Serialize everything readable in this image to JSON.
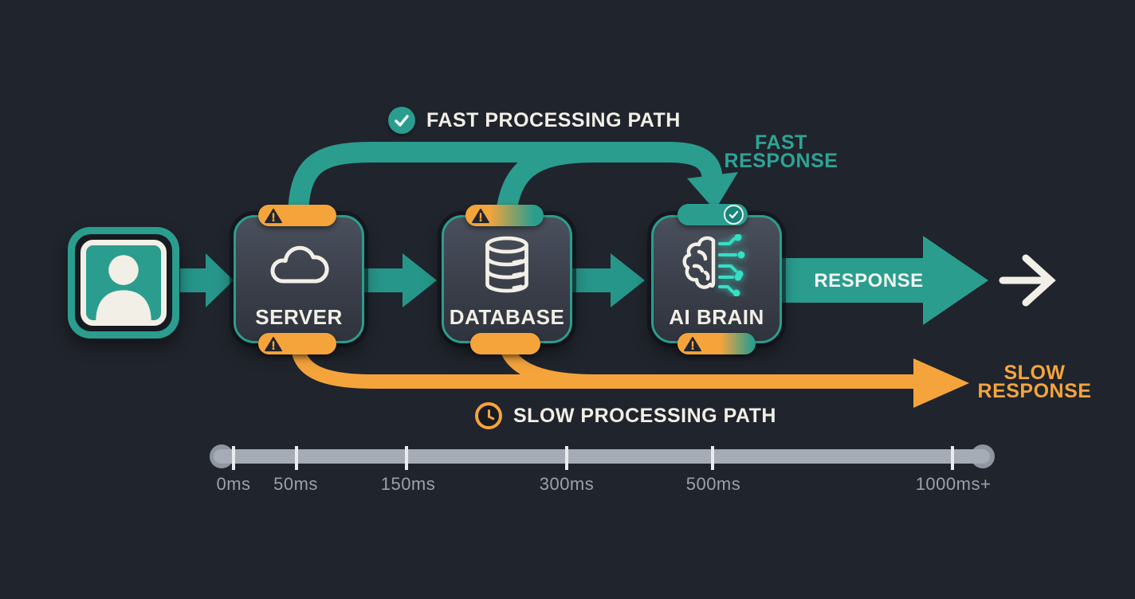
{
  "diagram": {
    "fast_path": {
      "title": "FAST PROCESSING PATH",
      "response_label": "FAST RESPONSE"
    },
    "slow_path": {
      "title": "SLOW PROCESSING PATH",
      "response_label": "SLOW RESPONSE"
    },
    "nodes": {
      "server": {
        "label": "SERVER"
      },
      "database": {
        "label": "DATABASE"
      },
      "ai": {
        "label": "AI BRAIN"
      }
    },
    "response_arrow": {
      "label": "RESPONSE"
    },
    "timeline": {
      "tick_labels": [
        "0ms",
        "50ms",
        "150ms",
        "300ms",
        "500ms",
        "1000ms+"
      ]
    },
    "colors": {
      "teal": "#2A9D8F",
      "orange": "#F5A43C",
      "background": "#20242C",
      "cream": "#F2EFE6",
      "circuit_glow": "#35E0C5",
      "timeline_bar": "#A6ACB6"
    }
  }
}
